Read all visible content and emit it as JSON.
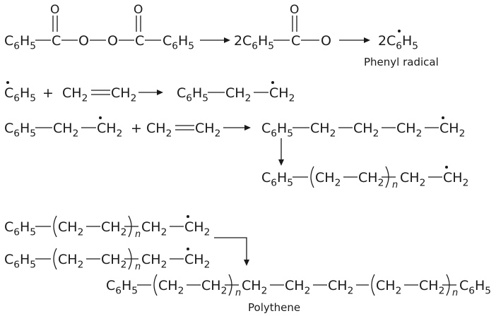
{
  "equations": {
    "initiation_1": {
      "reactant": {
        "g1": "C6H5",
        "g2": "C",
        "o1": "O",
        "o2": "O",
        "g3": "C",
        "g4": "C6H5",
        "top_o1": "O",
        "top_o2": "O"
      },
      "product": {
        "coeff": "2",
        "g1": "C6H5",
        "g2": "C",
        "g3": "O",
        "top_o": "O"
      },
      "radical": {
        "coeff": "2",
        "g1": "C6H5"
      },
      "label": "Phenyl radical"
    },
    "initiation_2": {
      "reactant_1": "C6H5",
      "plus": "+",
      "reactant_2": {
        "a": "CH2",
        "b": "CH2"
      },
      "product": {
        "a": "C6H5",
        "b": "CH2",
        "c": "CH2"
      }
    },
    "propagation": {
      "reactant_1": {
        "a": "C6H5",
        "b": "CH2",
        "c": "CH2"
      },
      "plus": "+",
      "reactant_2": {
        "a": "CH2",
        "b": "CH2"
      },
      "product": {
        "a": "C6H5",
        "b": "CH2",
        "c": "CH2",
        "d": "CH2",
        "e": "CH2"
      },
      "chain": {
        "a": "C6H5",
        "b": "CH2",
        "c": "CH2",
        "n": "n",
        "d": "CH2",
        "e": "CH2"
      }
    },
    "termination": {
      "chain_1": {
        "a": "C6H5",
        "b": "CH2",
        "c": "CH2",
        "n": "n",
        "d": "CH2",
        "e": "CH2"
      },
      "chain_2": {
        "a": "C6H5",
        "b": "CH2",
        "c": "CH2",
        "n": "n",
        "d": "CH2",
        "e": "CH2"
      },
      "product": {
        "a": "C6H5",
        "b": "CH2",
        "c": "CH2",
        "n1": "n",
        "d": "CH2",
        "e": "CH2",
        "f": "CH2",
        "g": "CH2",
        "h": "CH2",
        "n2": "n",
        "i": "C6H5"
      },
      "label": "Polythene"
    }
  }
}
